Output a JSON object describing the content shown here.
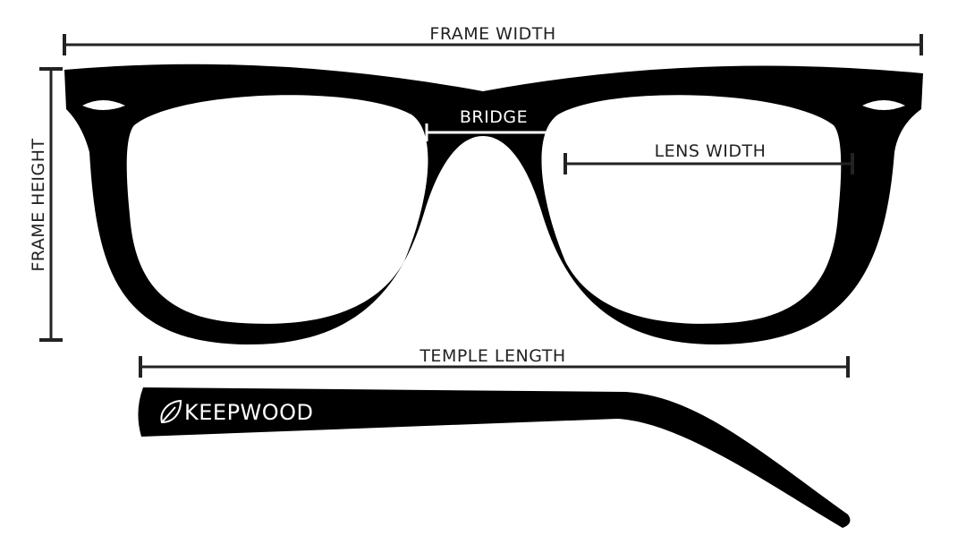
{
  "labels": {
    "frame_width": "FRAME WIDTH",
    "frame_height": "FRAME HEIGHT",
    "bridge": "BRIDGE",
    "lens_width": "LENS WIDTH",
    "temple_length": "TEMPLE LENGTH"
  },
  "brand": {
    "name": "KEEPWOOD",
    "icon": "leaf-icon"
  },
  "colors": {
    "frame": "#000000",
    "line": "#222222",
    "background": "#ffffff"
  }
}
